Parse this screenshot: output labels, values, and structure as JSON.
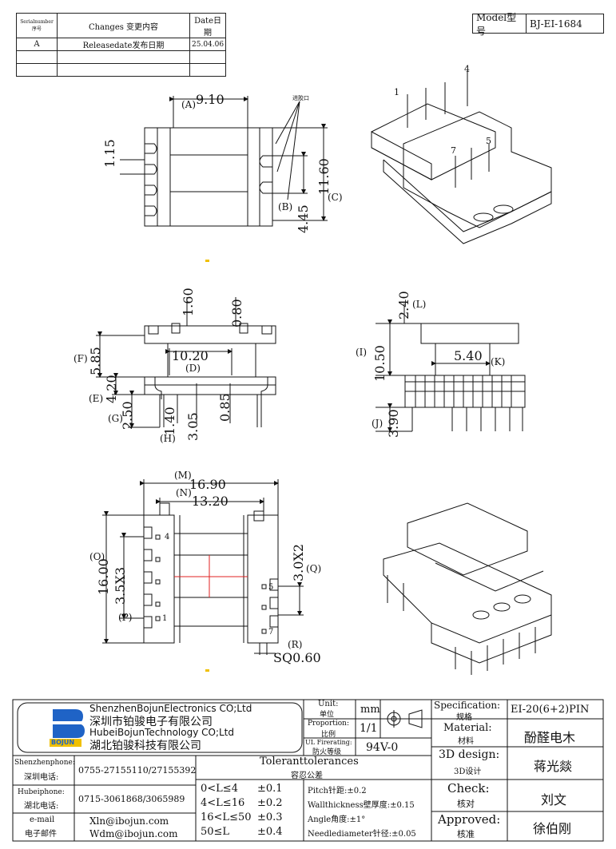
{
  "revision": {
    "headers": {
      "serial": "Serialnumber序号",
      "changes": "Changes 变更内容",
      "date": "Date日期"
    },
    "rows": [
      {
        "serial": "A",
        "changes": "Releasedate发布日期",
        "date": "25.04.06"
      },
      {
        "serial": "",
        "changes": "",
        "date": ""
      },
      {
        "serial": "",
        "changes": "",
        "date": ""
      }
    ]
  },
  "model": {
    "label": "Model型号",
    "value": "BJ-EI-1684"
  },
  "top_view": {
    "dim_width": "9.10",
    "dim_width_tag": "(A)",
    "dim_slot": "1.15",
    "dim_height": "11.60",
    "dim_height_tag": "(C)",
    "dim_b": "4.45",
    "dim_b_tag": "(B)",
    "gate_label": "进胶口"
  },
  "iso_top": {
    "pins": [
      "1",
      "4",
      "7",
      "5"
    ]
  },
  "front_view": {
    "d160": "1.60",
    "d080": "0.80",
    "d585": "5.85",
    "tag_f": "(F)",
    "d1020": "10.20",
    "tag_d": "(D)",
    "d420": "4.20",
    "tag_e": "(E)",
    "d250": "2.50",
    "tag_g": "(G)",
    "d140": "1.40",
    "d305": "3.05",
    "d085": "0.85",
    "tag_h": "(H)"
  },
  "side_view": {
    "d240": "2.40",
    "tag_l": "(L)",
    "d540": "5.40",
    "tag_k": "(K)",
    "d1050": "10.50",
    "tag_i": "(I)",
    "d390": "3.90",
    "tag_j": "(J)"
  },
  "bottom_view": {
    "d1690": "16.90",
    "tag_m": "(M)",
    "d1320": "13.20",
    "tag_n": "(N)",
    "d1600": "16.00",
    "tag_o": "(O)",
    "d35x3": "3.5X3",
    "tag_p": "(P)",
    "d30x2": "3.0X2",
    "tag_q": "(Q)",
    "sq": "SQ0.60",
    "tag_r": "(R)",
    "pins": [
      "4",
      "1",
      "5",
      "7"
    ]
  },
  "title_block": {
    "company_en1": "ShenzhenBojunElectronics CO;Ltd",
    "company_cn1": "深圳市铂骏电子有限公司",
    "company_en2": "HubeiBojunTechnology CO;Ltd",
    "company_cn2": "湖北铂骏科技有限公司",
    "logo_text": "BOJUN",
    "unit_label_en": "Unit:",
    "unit_label_cn": "单位",
    "unit_value": "mm",
    "prop_label_en": "Proportion:",
    "prop_label_cn": "比例",
    "prop_value": "1/1",
    "ul_label_en": "UL Firerating:",
    "ul_label_cn": "防火等级",
    "ul_value": "94V-0",
    "spec_label_en": "Specification:",
    "spec_label_cn": "规格",
    "spec_value": "EI-20(6+2)PIN",
    "material_label_en": "Material:",
    "material_label_cn": "材料",
    "material_value": "酚醛电木",
    "design_label_en": "3D design:",
    "design_label_cn": "3D设计",
    "design_value": "蒋光燚",
    "check_label_en": "Check:",
    "check_label_cn": "核对",
    "check_value": "刘文",
    "approved_label_en": "Approved:",
    "approved_label_cn": "核准",
    "approved_value": "徐伯刚",
    "sz_phone_label_en": "Shenzhenphone:",
    "sz_phone_label_cn": "深圳电话:",
    "sz_phone": "0755-27155110/27155392",
    "hb_phone_label_en": "Hubeiphone:",
    "hb_phone_label_cn": "湖北电话:",
    "hb_phone": "0715-3061868/3065989",
    "email_label_en": "e-mail",
    "email_label_cn": "电子邮件",
    "email1": "Xln@ibojun.com",
    "email2": "Wdm@ibojun.com",
    "tol_title_en": "Toleranttolerances",
    "tol_title_cn": "容忍公差",
    "tol_ranges": [
      "0<L≤4",
      "4<L≤16",
      "16<L≤50",
      "50≤L"
    ],
    "tol_values": [
      "±0.1",
      "±0.2",
      "±0.3",
      "±0.4"
    ],
    "pitch": "Pitch针距:±0.2",
    "wall": "Wallthickness壁厚度:±0.15",
    "angle": "Angle角度:±1°",
    "needle": "Needlediameter针径:±0.05"
  }
}
